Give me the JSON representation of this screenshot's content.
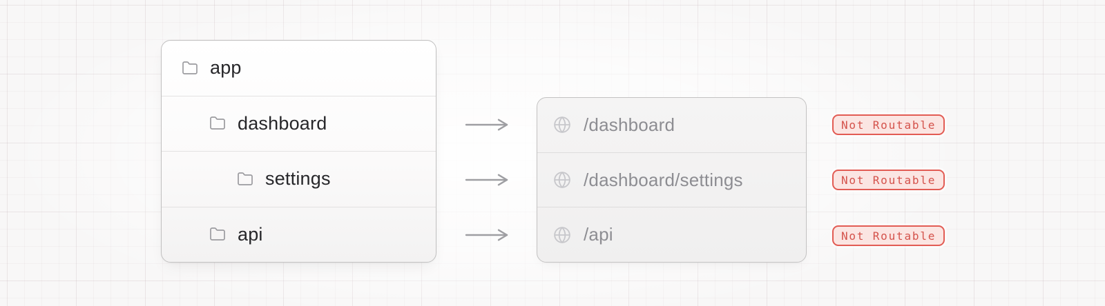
{
  "file_tree": {
    "items": [
      {
        "label": "app",
        "indent": 0,
        "icon": "folder-icon"
      },
      {
        "label": "dashboard",
        "indent": 1,
        "icon": "folder-icon"
      },
      {
        "label": "settings",
        "indent": 2,
        "icon": "folder-icon"
      },
      {
        "label": "api",
        "indent": 1,
        "icon": "folder-icon"
      }
    ]
  },
  "routes": {
    "items": [
      {
        "path": "/dashboard",
        "icon": "globe-icon"
      },
      {
        "path": "/dashboard/settings",
        "icon": "globe-icon"
      },
      {
        "path": "/api",
        "icon": "globe-icon"
      }
    ]
  },
  "badges": [
    {
      "label": "Not Routable"
    },
    {
      "label": "Not Routable"
    },
    {
      "label": "Not Routable"
    }
  ],
  "colors": {
    "badge_border": "#e25b53",
    "badge_bg": "#fbe5e2",
    "badge_text": "#d4524b",
    "tree_text": "#27272a",
    "route_text": "#8d8d92",
    "arrow": "#9e9ea2",
    "folder_icon": "#9b9b9f",
    "globe_icon": "#c7c7cb"
  }
}
